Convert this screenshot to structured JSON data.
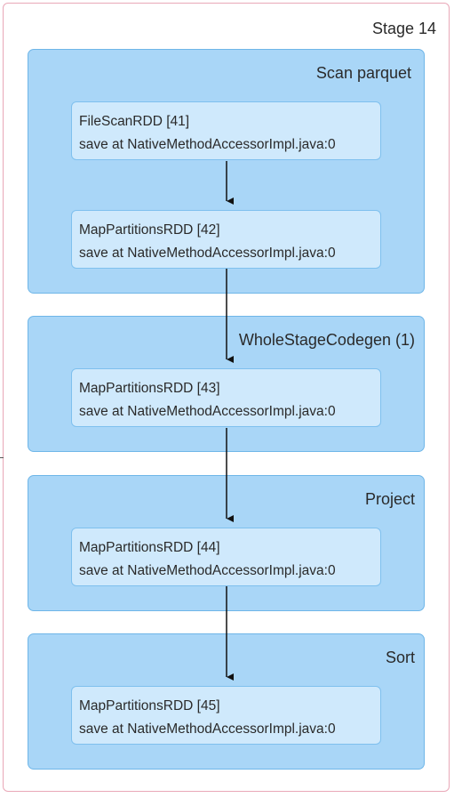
{
  "stage": {
    "title": "Stage 14"
  },
  "clusters": [
    {
      "title": "Scan parquet"
    },
    {
      "title": "WholeStageCodegen (1)"
    },
    {
      "title": "Project"
    },
    {
      "title": "Sort"
    }
  ],
  "nodes": [
    {
      "name": "FileScanRDD [41]",
      "callsite": "save at NativeMethodAccessorImpl.java:0"
    },
    {
      "name": "MapPartitionsRDD [42]",
      "callsite": "save at NativeMethodAccessorImpl.java:0"
    },
    {
      "name": "MapPartitionsRDD [43]",
      "callsite": "save at NativeMethodAccessorImpl.java:0"
    },
    {
      "name": "MapPartitionsRDD [44]",
      "callsite": "save at NativeMethodAccessorImpl.java:0"
    },
    {
      "name": "MapPartitionsRDD [45]",
      "callsite": "save at NativeMethodAccessorImpl.java:0"
    }
  ],
  "edges": [
    {
      "from": "FileScanRDD [41]",
      "to": "MapPartitionsRDD [42]"
    },
    {
      "from": "MapPartitionsRDD [42]",
      "to": "MapPartitionsRDD [43]"
    },
    {
      "from": "MapPartitionsRDD [43]",
      "to": "MapPartitionsRDD [44]"
    },
    {
      "from": "MapPartitionsRDD [44]",
      "to": "MapPartitionsRDD [45]"
    }
  ]
}
